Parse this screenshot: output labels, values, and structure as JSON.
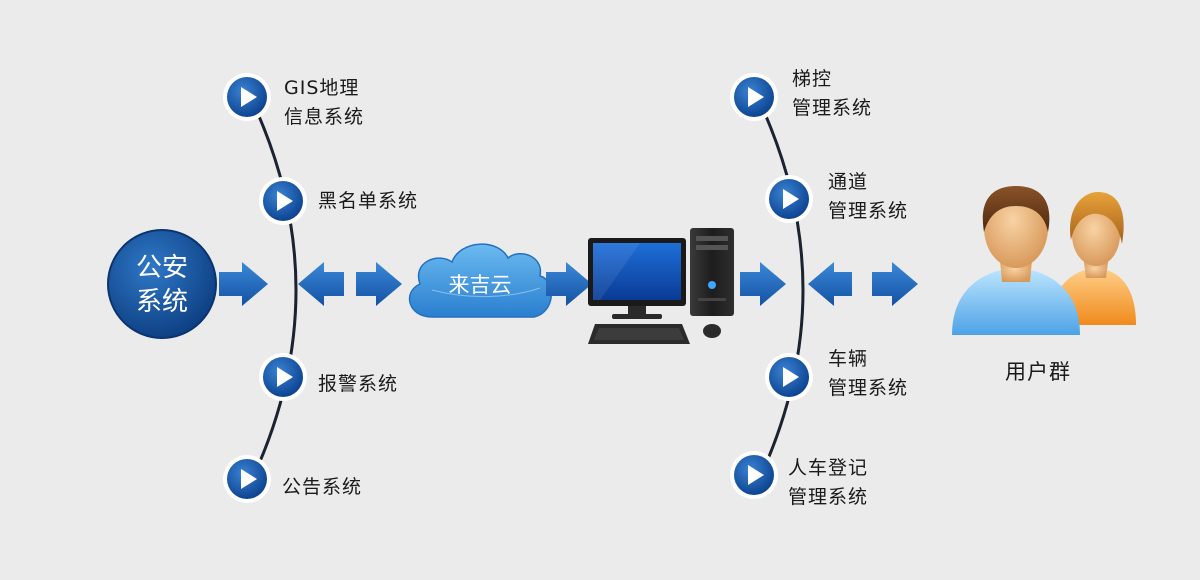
{
  "police": {
    "line1": "公安",
    "line2": "系统"
  },
  "cloud": {
    "label": "来吉云"
  },
  "left_systems": [
    {
      "lines": [
        "GIS地理",
        "信息系统"
      ]
    },
    {
      "lines": [
        "黑名单系统"
      ]
    },
    {
      "lines": [
        "报警系统"
      ]
    },
    {
      "lines": [
        "公告系统"
      ]
    }
  ],
  "right_systems": [
    {
      "lines": [
        "梯控",
        "管理系统"
      ]
    },
    {
      "lines": [
        "通道",
        "管理系统"
      ]
    },
    {
      "lines": [
        "车辆",
        "管理系统"
      ]
    },
    {
      "lines": [
        "人车登记",
        "管理系统"
      ]
    }
  ],
  "users": {
    "label": "用户群"
  },
  "icons": {
    "police": "police-system-icon",
    "cloud": "cloud-icon",
    "computer": "desktop-computer-icon",
    "users": "user-group-icon",
    "node": "play-icon"
  },
  "colors": {
    "background": "#ebebeb",
    "primary_blue": "#1a5fab",
    "dark_blue": "#0f3f7c",
    "arc": "#1b2230",
    "text": "#1a1a1a",
    "cloud_blue": "#3b97de"
  }
}
